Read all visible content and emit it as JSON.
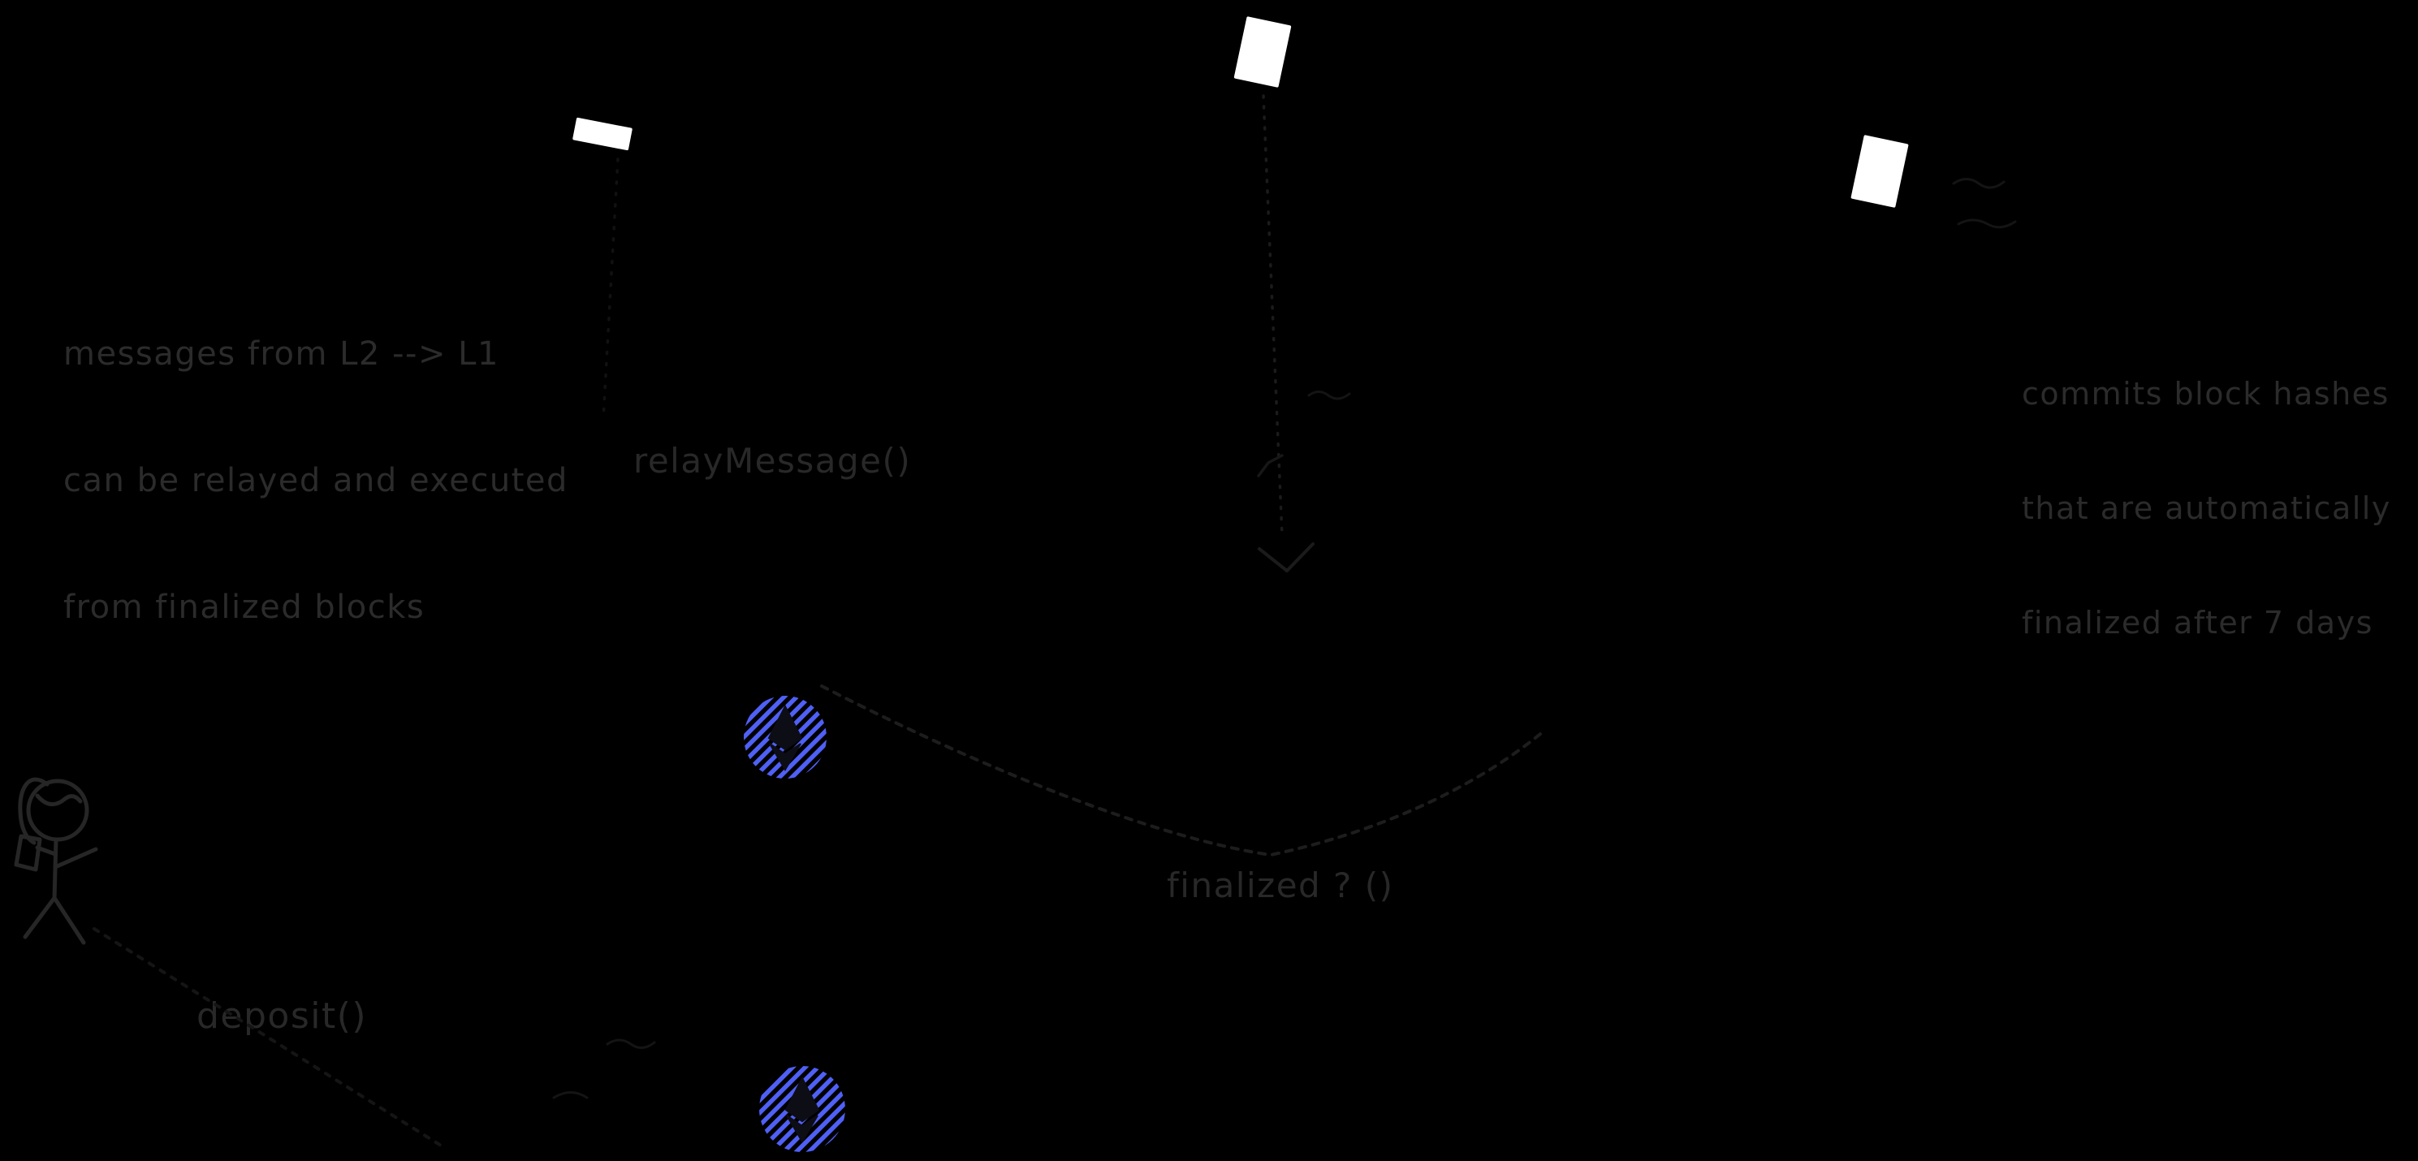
{
  "canvas": {
    "background_color": "#000000",
    "description": "hand-drawn dark-mode diagram of L2 to L1 message relaying"
  },
  "annotations": {
    "messages_note": {
      "lines": [
        "messages from L2 --> L1",
        "can be relayed and executed",
        "from finalized blocks"
      ]
    },
    "commits_note": {
      "lines": [
        "commits block hashes",
        "that are automatically",
        "finalized after 7 days"
      ]
    },
    "relay_message_label": "relayMessage()",
    "deposit_label": "deposit()",
    "finalized_label": "finalized ? ()"
  },
  "colors": {
    "background": "#000000",
    "annotation_text": "#2b2b2b",
    "label_text": "#282828",
    "paper_fill": "#ffffff",
    "eth_hatch_blue": "#4f60f6",
    "eth_glyph_dark": "#0d0d16",
    "figure_stroke": "#262626",
    "faint_stroke": "#1b1b1b"
  }
}
